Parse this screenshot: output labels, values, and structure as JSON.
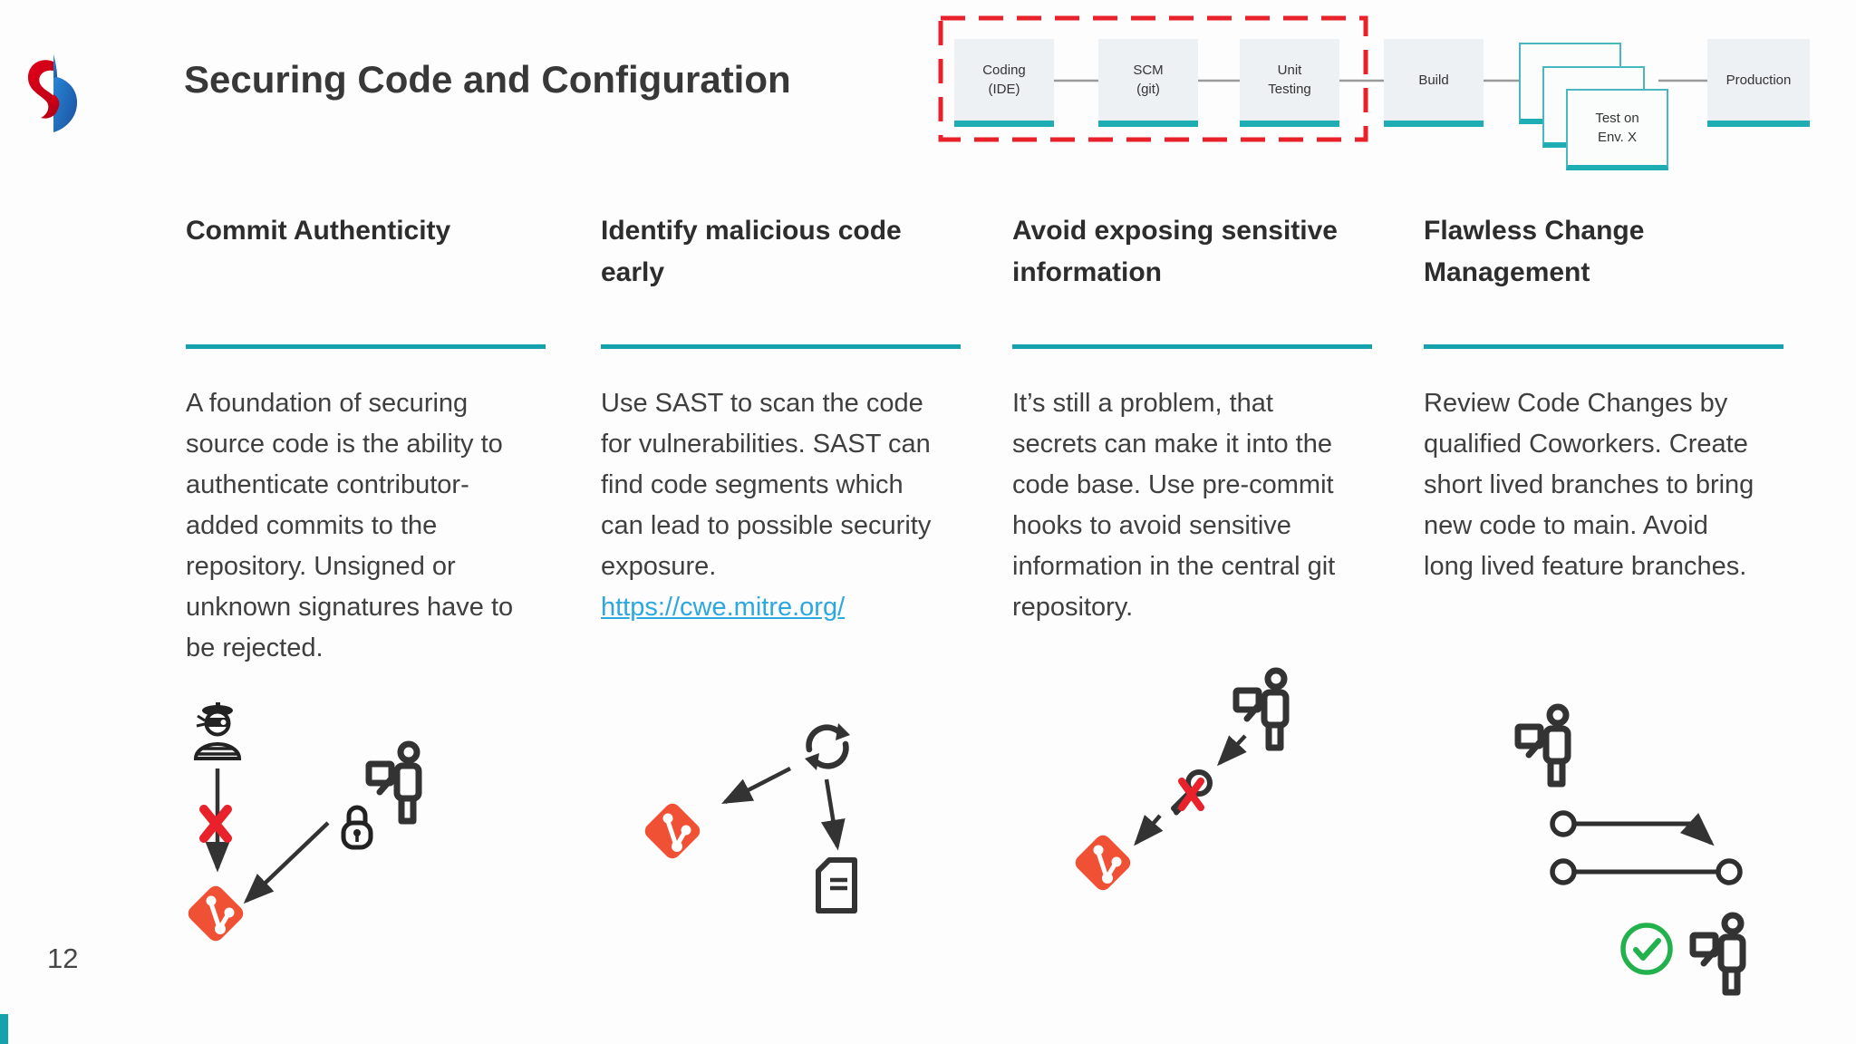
{
  "slide": {
    "title": "Securing Code and Configuration",
    "page_number": "12"
  },
  "pipeline": {
    "stages": [
      {
        "line1": "Coding",
        "line2": "(IDE)"
      },
      {
        "line1": "SCM",
        "line2": "(git)"
      },
      {
        "line1": "Unit",
        "line2": "Testing"
      },
      {
        "line1": "Build",
        "line2": ""
      },
      {
        "line1": "Test on",
        "line2": "Env. X"
      },
      {
        "line1": "Production",
        "line2": ""
      }
    ],
    "highlighted_stages": [
      "Coding (IDE)",
      "SCM (git)",
      "Unit Testing"
    ]
  },
  "columns": [
    {
      "heading": "Commit Authenticity",
      "body": "A foundation of securing\nsource code is the ability to\nauthenticate contributor-\nadded commits to the\nrepository. Unsigned or\nunknown signatures have to\nbe rejected.",
      "icon_names": [
        "thief-icon",
        "down-arrow",
        "cross-mark-icon",
        "git-icon",
        "lock-icon",
        "developer-icon"
      ]
    },
    {
      "heading": "Identify malicious code\nearly",
      "body": "Use SAST to scan the code\nfor vulnerabilities. SAST can\nfind code segments which\ncan lead to possible security\nexposure.",
      "link": "https://cwe.mitre.org/",
      "icon_names": [
        "sync-icon",
        "git-icon",
        "document-icon"
      ]
    },
    {
      "heading": "Avoid exposing sensitive\ninformation",
      "body": "It’s still a problem, that\nsecrets can make it into the\ncode base. Use pre-commit\nhooks to avoid sensitive\ninformation in the central git\nrepository.",
      "icon_names": [
        "developer-icon",
        "key-icon",
        "cross-mark-icon",
        "git-icon"
      ]
    },
    {
      "heading": "Flawless Change\nManagement",
      "body": "Review Code Changes by\nqualified Coworkers. Create\nshort lived branches to bring\nnew code to main. Avoid\nlong lived feature branches.",
      "icon_names": [
        "developer-icon",
        "branch-merge-icon",
        "check-circle-icon",
        "developer-icon"
      ]
    }
  ],
  "colors": {
    "accent_teal": "#16a2ac",
    "stage_bar_teal": "#1fadb4",
    "alert_red": "#e8212b",
    "git_orange": "#f05033",
    "link_blue": "#2da8df",
    "check_green": "#23b14d",
    "connector_gray": "#9a9a9a"
  }
}
